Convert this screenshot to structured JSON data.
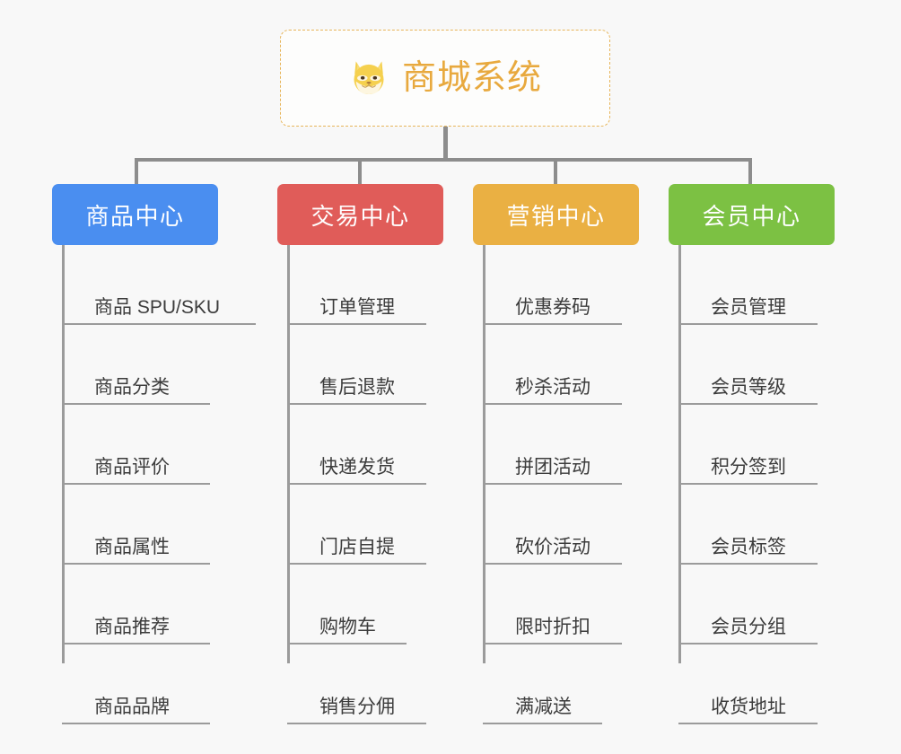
{
  "diagram": {
    "title": "商城系统",
    "root_icon": "shiba-dog-face-icon",
    "background_color": "#f8f8f8",
    "connector_color": "#8d8d8d",
    "root": {
      "label": "商城系统",
      "text_color": "#e8a93e",
      "border_color": "#e7b55a",
      "border_style": "dashed"
    },
    "branches": [
      {
        "label": "商品中心",
        "color": "#4a8ef0",
        "items": [
          "商品 SPU/SKU",
          "商品分类",
          "商品评价",
          "商品属性",
          "商品推荐",
          "商品品牌"
        ]
      },
      {
        "label": "交易中心",
        "color": "#e05c59",
        "items": [
          "订单管理",
          "售后退款",
          "快递发货",
          "门店自提",
          "购物车",
          "销售分佣"
        ]
      },
      {
        "label": "营销中心",
        "color": "#eab043",
        "items": [
          "优惠券码",
          "秒杀活动",
          "拼团活动",
          "砍价活动",
          "限时折扣",
          "满减送"
        ]
      },
      {
        "label": "会员中心",
        "color": "#7cc143",
        "items": [
          "会员管理",
          "会员等级",
          "积分签到",
          "会员标签",
          "会员分组",
          "收货地址"
        ]
      }
    ]
  }
}
